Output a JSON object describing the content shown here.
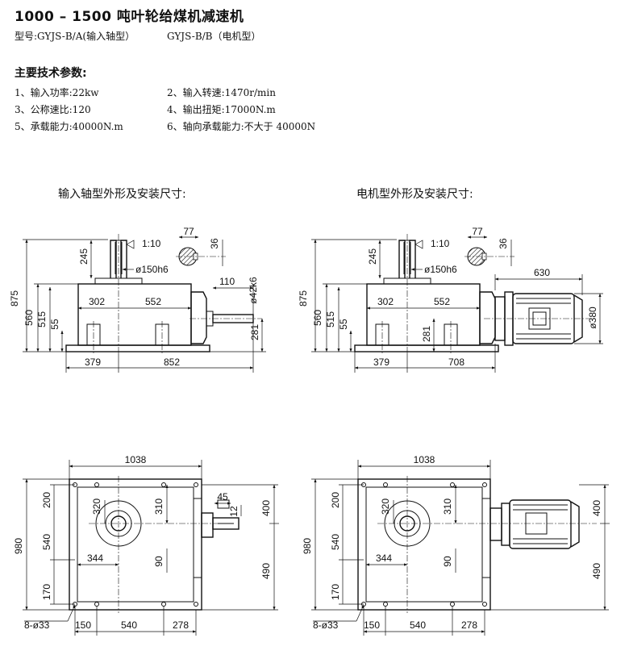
{
  "title": "1000 – 1500  吨叶轮给煤机减速机",
  "models": {
    "shaft": "型号:GYJS-B/A(输入轴型）",
    "motor": "GYJS-B/B（电机型）"
  },
  "spec_heading": "主要技术参数:",
  "specs": [
    "1、输入功率:22kw",
    "2、输入转速:1470r/min",
    "3、公称速比:120",
    "4、输出扭矩:17000N.m",
    "5、承载能力:40000N.m",
    "6、轴向承载能力:不大于 40000N"
  ],
  "sections": {
    "shaft": "输入轴型外形及安装尺寸:",
    "motor": "电机型外形及安装尺寸:"
  },
  "dims": {
    "elev_shaft": {
      "h875": "875",
      "h560": "560",
      "h515": "515",
      "h55": "55",
      "h245": "245",
      "taper": "1:10",
      "d150": "ø150h6",
      "w77": "77",
      "h36": "36",
      "w110": "110",
      "d42": "ø42k6",
      "w302": "302",
      "w552": "552",
      "h281": "281",
      "w379": "379",
      "w852": "852"
    },
    "elev_motor": {
      "h875": "875",
      "h560": "560",
      "h515": "515",
      "h55": "55",
      "h245": "245",
      "taper": "1:10",
      "d150": "ø150h6",
      "w77": "77",
      "h36": "36",
      "w630": "630",
      "d380": "ø380",
      "w302": "302",
      "w552": "552",
      "h281": "281",
      "w379": "379",
      "w708": "708"
    },
    "plan_shaft": {
      "w1038": "1038",
      "h980": "980",
      "h200": "200",
      "h540": "540",
      "h170": "170",
      "r320": "320",
      "r310": "310",
      "w344": "344",
      "h90": "90",
      "w45": "45",
      "h12": "12",
      "h400": "400",
      "h490": "490",
      "holes": "8-ø33",
      "w150": "150",
      "w540": "540",
      "w278": "278"
    },
    "plan_motor": {
      "w1038": "1038",
      "h980": "980",
      "h200": "200",
      "h540": "540",
      "h170": "170",
      "r320": "320",
      "r310": "310",
      "w344": "344",
      "h90": "90",
      "h400": "400",
      "h490": "490",
      "holes": "8-ø33",
      "w150": "150",
      "w540": "540",
      "w278": "278"
    }
  }
}
